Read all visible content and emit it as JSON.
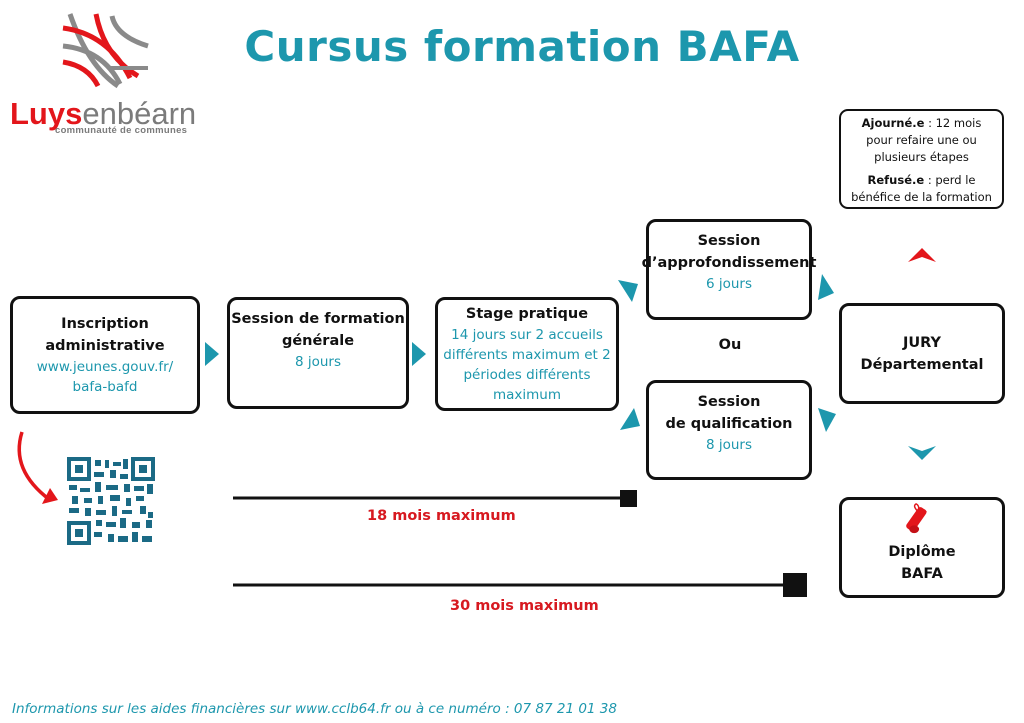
{
  "header": {
    "title": "Cursus formation BAFA"
  },
  "logo": {
    "brand_red": "Luys",
    "brand_grey": "enbéarn",
    "subtitle": "communauté de communes"
  },
  "steps": {
    "inscription": {
      "title1": "Inscription",
      "title2": "administrative",
      "link1": "www.jeunes.gouv.fr/",
      "link2": "bafa-bafd"
    },
    "formation_generale": {
      "title1": "Session de formation",
      "title2": "générale",
      "duration": "8 jours"
    },
    "stage_pratique": {
      "title": "Stage pratique",
      "desc1": "14 jours sur 2 accueils",
      "desc2": "différents maximum et 2",
      "desc3": "périodes différents",
      "desc4": "maximum"
    },
    "approfondissement": {
      "title1": "Session",
      "title2": "d’approfondissement",
      "duration": "6 jours"
    },
    "or_label": "Ou",
    "qualification": {
      "title1": "Session",
      "title2": "de qualification",
      "duration": "8 jours"
    },
    "jury": {
      "title1": "JURY",
      "title2": "Départemental"
    },
    "diplome": {
      "title1": "Diplôme",
      "title2": "BAFA"
    }
  },
  "jury_note": {
    "ajourne_label": "Ajourné.e",
    "ajourne_text": " : 12 mois pour refaire une ou plusieurs étapes",
    "refuse_label": "Refusé.e",
    "refuse_text": " : perd le bénéfice de la formation"
  },
  "timelines": [
    {
      "label": "18 mois maximum"
    },
    {
      "label": "30 mois maximum"
    }
  ],
  "footer": {
    "text": "Informations sur les aides financières sur www.cclb64.fr ou à ce numéro : 07 87 21 01 38"
  },
  "colors": {
    "accent": "#1d97ad",
    "red": "#e3161b",
    "dark": "#111111",
    "qr": "#1b6a85"
  }
}
